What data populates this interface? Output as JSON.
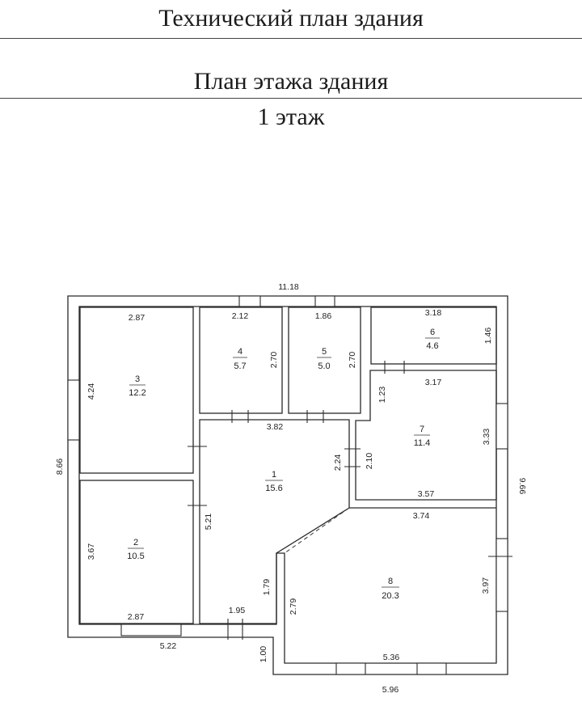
{
  "header": {
    "title": "Технический план здания",
    "subtitle": "План этажа здания",
    "floor": "1 этаж"
  },
  "dimensions": {
    "top_total": "11.18",
    "left_total": "8.66",
    "right_total": "9.66",
    "bottom_left": "5.22",
    "bottom_right": "5.96",
    "step_height": "1.00"
  },
  "rooms": [
    {
      "number": "1",
      "area": "15.6",
      "dims": [
        "3.82",
        "5.21",
        "2.24",
        "1.79",
        "1.95"
      ]
    },
    {
      "number": "2",
      "area": "10.5",
      "dims": [
        "3.67",
        "2.87"
      ]
    },
    {
      "number": "3",
      "area": "12.2",
      "dims": [
        "2.87",
        "4.24"
      ]
    },
    {
      "number": "4",
      "area": "5.7",
      "dims": [
        "2.12",
        "2.70"
      ]
    },
    {
      "number": "5",
      "area": "5.0",
      "dims": [
        "1.86",
        "2.70"
      ]
    },
    {
      "number": "6",
      "area": "4.6",
      "dims": [
        "3.18",
        "1.46"
      ]
    },
    {
      "number": "7",
      "area": "11.4",
      "dims": [
        "3.17",
        "3.33",
        "3.57",
        "2.10",
        "1.23"
      ]
    },
    {
      "number": "8",
      "area": "20.3",
      "dims": [
        "3.74",
        "3.97",
        "5.36",
        "2.79"
      ]
    }
  ]
}
